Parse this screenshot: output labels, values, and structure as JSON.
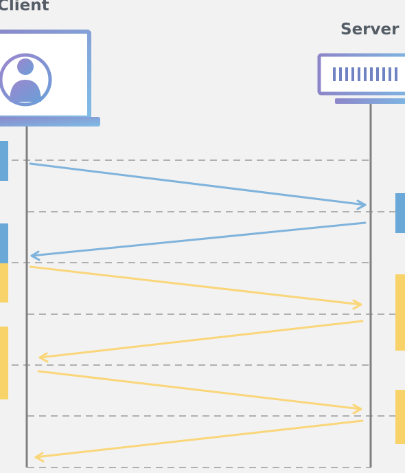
{
  "client": {
    "label": "Client"
  },
  "server": {
    "label": "Server"
  },
  "colors": {
    "background": "#f2f2f2",
    "label_text": "#545c66",
    "lifeline": "#808080",
    "dashed_line": "#9a9a9a",
    "blue_message": "#7fb3dc",
    "yellow_message": "#fad67a",
    "blue_block": "#6aa8d8",
    "yellow_block": "#f8d36a",
    "device_frame_purple": "#8a86c8",
    "device_frame_blue": "#7fbde6",
    "avatar_purple": "#9489cf",
    "avatar_blue": "#6b9fd9"
  },
  "icons": [
    "laptop-user-icon",
    "server-rack-icon"
  ],
  "sequence": [
    {
      "from": "client",
      "to": "server",
      "color": "blue"
    },
    {
      "from": "server",
      "to": "client",
      "color": "blue"
    },
    {
      "from": "client",
      "to": "server",
      "color": "yellow"
    },
    {
      "from": "server",
      "to": "client",
      "color": "yellow"
    },
    {
      "from": "client",
      "to": "server",
      "color": "yellow"
    },
    {
      "from": "server",
      "to": "client",
      "color": "yellow"
    }
  ]
}
